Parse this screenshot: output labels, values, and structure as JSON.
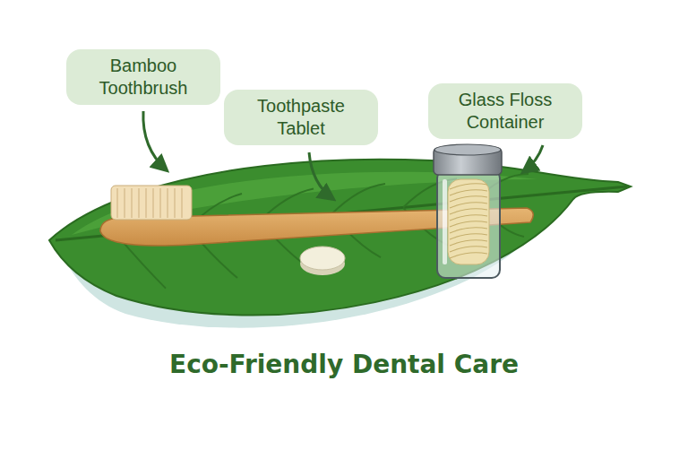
{
  "diagram": {
    "title": "Eco-Friendly Dental Care",
    "nodes": [
      {
        "text": [
          "Bamboo Toothbrush"
        ]
      },
      {
        "text": [
          "Toothpaste Tablet"
        ]
      },
      {
        "text": [
          "Glass Floss Container"
        ]
      }
    ]
  }
}
